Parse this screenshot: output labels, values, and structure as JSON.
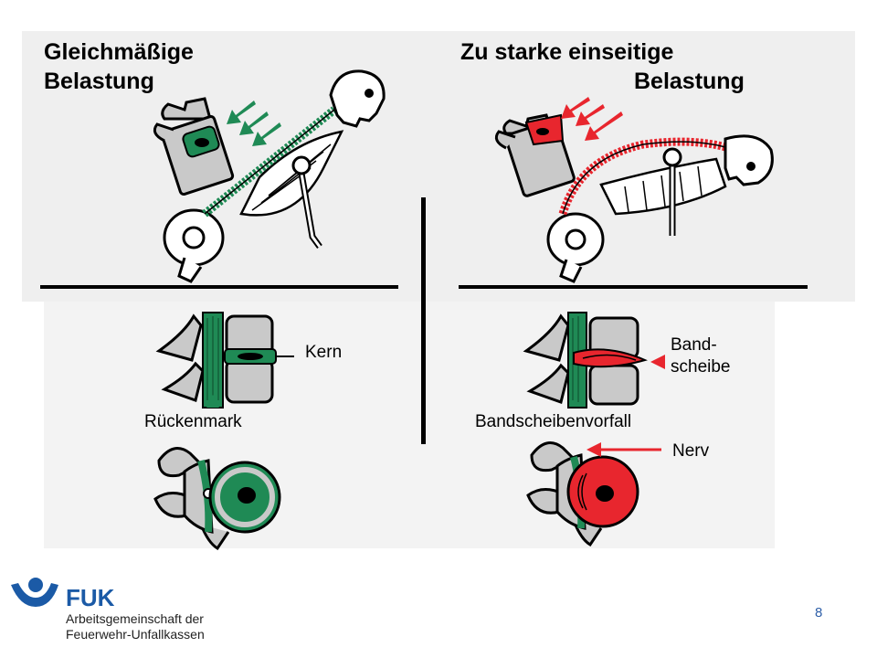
{
  "left_panel": {
    "title_line1": "Gleichmäßige",
    "title_line2": "Belastung",
    "label_core": "Kern",
    "label_spinal_cord": "Rückenmark"
  },
  "right_panel": {
    "title_line1": "Zu starke einseitige",
    "title_line2": "Belastung",
    "label_disc_line1": "Band-",
    "label_disc_line2": "scheibe",
    "label_herniation": "Bandscheibenvorfall",
    "label_nerve": "Nerv"
  },
  "colors": {
    "healthy": "#1f8a55",
    "injured": "#e8262e",
    "bone": "#c9c9c9",
    "logo_blue": "#1b5aa6"
  },
  "footer": {
    "slide_number": "8",
    "logo_main": "FUK",
    "logo_sub_line1": "Arbeitsgemeinschaft der",
    "logo_sub_line2": "Feuerwehr-Unfallkassen"
  }
}
